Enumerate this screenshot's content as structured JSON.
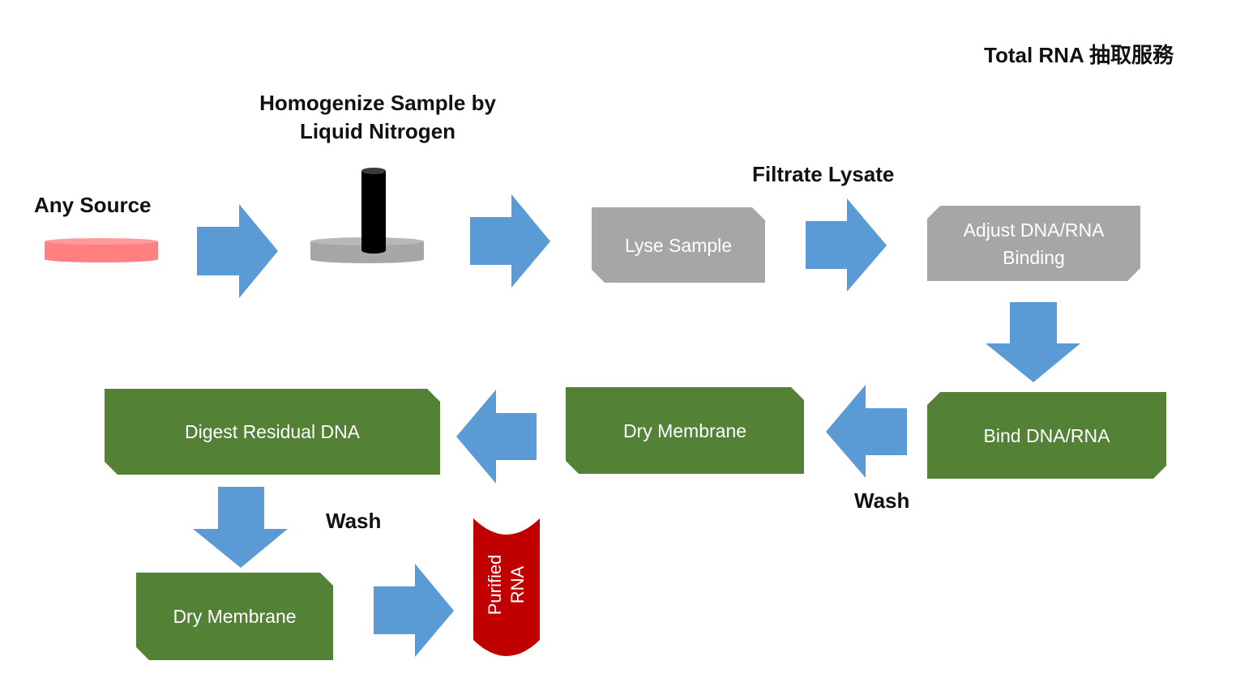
{
  "title": "Total RNA 抽取服務",
  "labels": {
    "any_source": "Any Source",
    "homogenize_line1": "Homogenize  Sample by",
    "homogenize_line2": "Liquid Nitrogen",
    "filtrate_lysate": "Filtrate Lysate",
    "wash_upper": "Wash",
    "wash_lower": "Wash"
  },
  "steps": {
    "lyse_sample": "Lyse Sample",
    "adjust_binding_line1": "Adjust DNA/RNA",
    "adjust_binding_line2": "Binding",
    "bind": "Bind DNA/RNA",
    "dry_membrane_upper": "Dry Membrane",
    "digest_dna": "Digest Residual DNA",
    "dry_membrane_lower": "Dry Membrane"
  },
  "tube": {
    "line1": "Purified",
    "line2": "RNA"
  },
  "colors": {
    "arrow": "#5b9bd5",
    "grey_step": "#a6a6a6",
    "green_step": "#538135",
    "sample_dish": "#ff8080",
    "tube": "#c00000"
  },
  "icons": [
    "petri-dish-icon",
    "homogenizer-icon",
    "rna-tube-icon"
  ]
}
